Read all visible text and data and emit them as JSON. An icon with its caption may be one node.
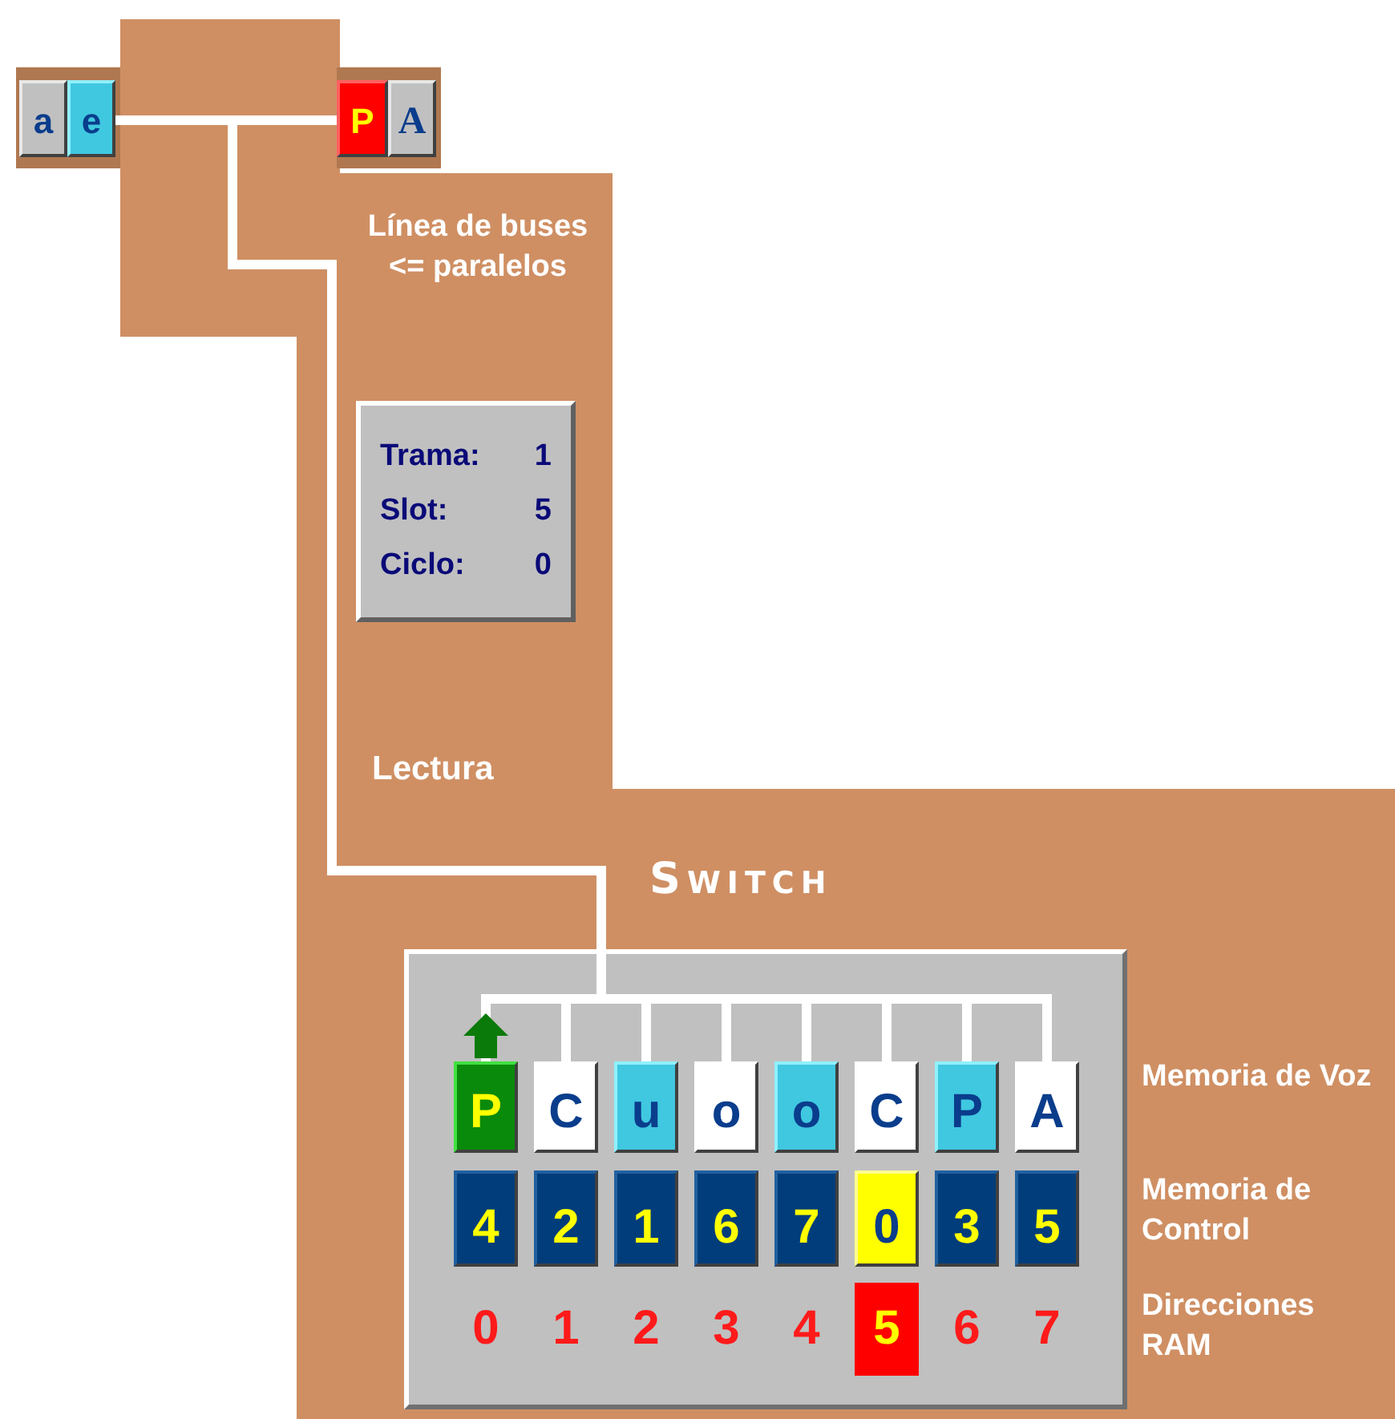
{
  "diagram": {
    "nodes": [
      {
        "text": [
          "a"
        ]
      },
      {
        "text": [
          "e"
        ]
      },
      {
        "text": [
          "P"
        ]
      },
      {
        "text": [
          "A"
        ]
      },
      {
        "text": [
          "Trama:",
          "1",
          "Slot:",
          "5",
          "Ciclo:",
          "0"
        ]
      },
      {
        "text": [
          "Switch"
        ]
      },
      {
        "text": [
          "P"
        ],
        "in": 5
      },
      {
        "text": [
          "C"
        ],
        "in": 5
      },
      {
        "text": [
          "u"
        ],
        "in": 5
      },
      {
        "text": [
          "o"
        ],
        "in": 5
      },
      {
        "text": [
          "o"
        ],
        "in": 5
      },
      {
        "text": [
          "C"
        ],
        "in": 5
      },
      {
        "text": [
          "P"
        ],
        "in": 5
      },
      {
        "text": [
          "A"
        ],
        "in": 5
      },
      {
        "text": [
          "4"
        ],
        "in": 5
      },
      {
        "text": [
          "2"
        ],
        "in": 5
      },
      {
        "text": [
          "1"
        ],
        "in": 5
      },
      {
        "text": [
          "6"
        ],
        "in": 5
      },
      {
        "text": [
          "7"
        ],
        "in": 5
      },
      {
        "text": [
          "0"
        ],
        "in": 5
      },
      {
        "text": [
          "3"
        ],
        "in": 5
      },
      {
        "text": [
          "5"
        ],
        "in": 5
      }
    ],
    "edges": [
      {
        "from": 1,
        "to": 2,
        "arrow": "none"
      },
      {
        "from": 1,
        "to": 6,
        "arrow": "none"
      },
      {
        "from": 1,
        "to": 7,
        "arrow": "none"
      },
      {
        "from": 1,
        "to": 8,
        "arrow": "none"
      },
      {
        "from": 1,
        "to": 9,
        "arrow": "none"
      },
      {
        "from": 1,
        "to": 10,
        "arrow": "none"
      },
      {
        "from": 1,
        "to": 11,
        "arrow": "none"
      },
      {
        "from": 1,
        "to": 12,
        "arrow": "none"
      },
      {
        "from": 1,
        "to": 13,
        "arrow": "none"
      }
    ],
    "labels": [
      "Línea de buses <= paralelos",
      "Lectura",
      "Memoria de Voz",
      "Memoria de Control",
      "0",
      "1",
      "2",
      "3",
      "4",
      "5",
      "6",
      "7",
      "Direcciones RAM"
    ]
  }
}
